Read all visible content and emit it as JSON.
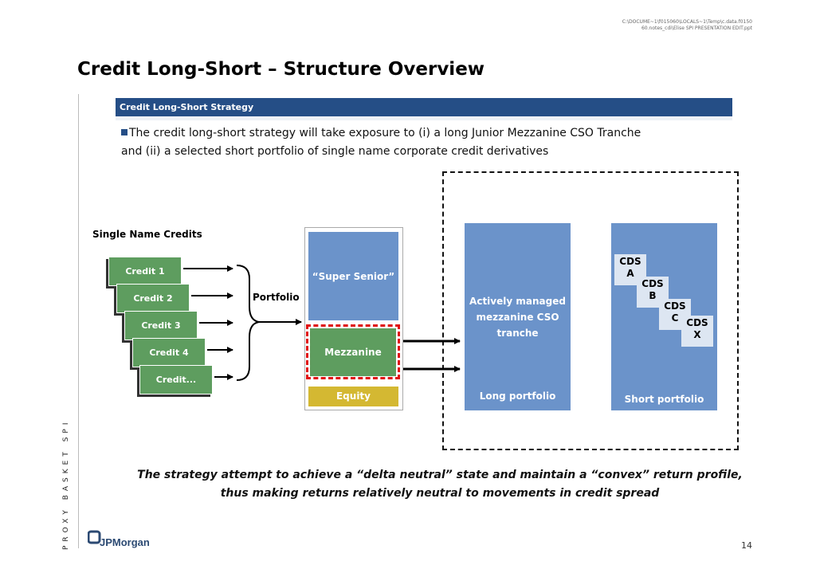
{
  "header": {
    "file_path_line1": "C:\\DOCUME~1\\f015060\\LOCALS~1\\Temp\\c.data.f0150",
    "file_path_line2": "60.notes_cdi\\Elise SPI PRESENTATION EDIT.ppt",
    "title": "Credit Long-Short – Structure Overview"
  },
  "sidebar": {
    "vertical_text": "PROXY BASKET SPI"
  },
  "banner": {
    "label": "Credit Long-Short Strategy"
  },
  "bullet": {
    "line1": "The credit long-short strategy will take exposure to (i) a long Junior Mezzanine CSO Tranche",
    "line2": "and (ii) a selected short portfolio of single name corporate credit derivatives"
  },
  "diagram": {
    "single_name_label": "Single Name Credits",
    "credits": [
      "Credit 1",
      "Credit 2",
      "Credit 3",
      "Credit 4",
      "Credit..."
    ],
    "portfolio_label": "Portfolio",
    "tranches": {
      "super_senior": "“Super Senior”",
      "mezzanine": "Mezzanine",
      "equity": "Equity"
    },
    "long_box": {
      "line1": "Actively managed",
      "line2": "mezzanine CSO",
      "line3": "tranche",
      "footer": "Long portfolio"
    },
    "short_box": {
      "cds": [
        {
          "top": "CDS",
          "bottom": "A"
        },
        {
          "top": "CDS",
          "bottom": "B"
        },
        {
          "top": "CDS",
          "bottom": "C"
        },
        {
          "top": "CDS",
          "bottom": "X"
        }
      ],
      "footer": "Short portfolio"
    }
  },
  "statement": {
    "line1": "The strategy attempt to achieve a “delta neutral” state and maintain a “convex” return profile,",
    "line2": "thus making returns relatively neutral to movements in credit spread"
  },
  "footer": {
    "logo_text": "JPMorgan",
    "page_number": "14"
  },
  "colors": {
    "banner": "#254e86",
    "tranche_blue": "#6b93ca",
    "credit_green": "#5e9d5f",
    "equity_gold": "#d4b832",
    "mezz_highlight": "#e01010"
  }
}
